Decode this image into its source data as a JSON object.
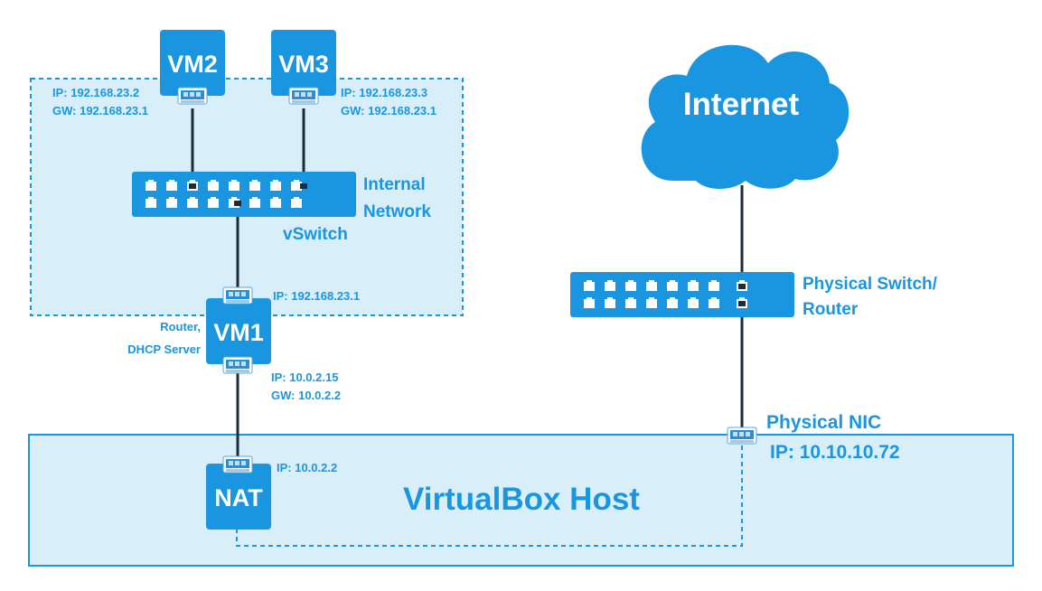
{
  "vm2": {
    "title": "VM2",
    "ip": "IP: 192.168.23.2",
    "gw": "GW: 192.168.23.1"
  },
  "vm3": {
    "title": "VM3",
    "ip": "IP:  192.168.23.3",
    "gw": "GW: 192.168.23.1"
  },
  "internal_switch": {
    "label_line1": "Internal",
    "label_line2": "Network",
    "label_vswitch": "vSwitch"
  },
  "vm1": {
    "title": "VM1",
    "role_line1": "Router,",
    "role_line2": "DHCP Server",
    "ip_internal": "IP: 192.168.23.1",
    "ip_external": "IP:  10.0.2.15",
    "gw_external": "GW: 10.0.2.2"
  },
  "internet": {
    "title": "Internet"
  },
  "physical_switch": {
    "label_line1": "Physical Switch/",
    "label_line2": "Router"
  },
  "physical_nic": {
    "label": "Physical NIC",
    "ip": "IP: 10.10.10.72"
  },
  "nat": {
    "title": "NAT",
    "ip": "IP: 10.0.2.2"
  },
  "host": {
    "title": "VirtualBox Host"
  },
  "colors": {
    "accent": "#1a96e0",
    "region_fill": "#d8effa",
    "line": "#1d2b3a"
  }
}
